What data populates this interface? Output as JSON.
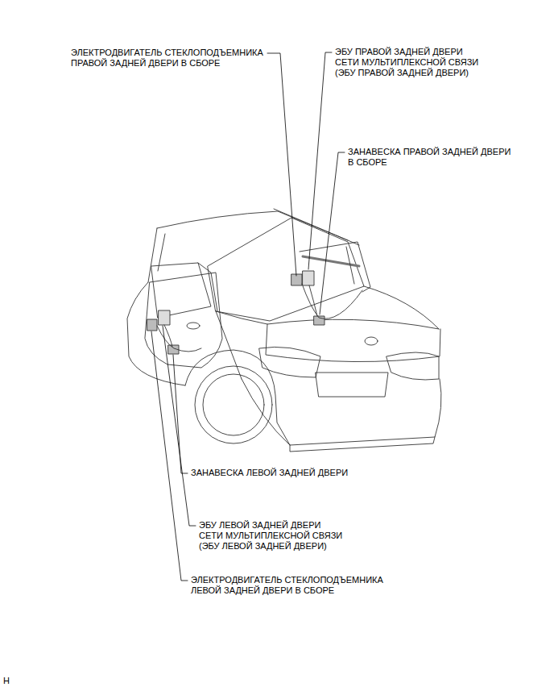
{
  "diagram": {
    "labels": [
      "ЭЛЕКТРОДВИГАТЕЛЬ СТЕКЛОПОДЪЕМНИКА ПРАВОЙ ЗАДНЕЙ ДВЕРИ В СБОРЕ",
      "ЭБУ ПРАВОЙ ЗАДНЕЙ ДВЕРИ СЕТИ МУЛЬТИПЛЕКСНОЙ СВЯЗИ (ЭБУ ПРАВОЙ ЗАДНЕЙ ДВЕРИ)",
      "ЗАНАВЕСКА ПРАВОЙ ЗАДНЕЙ ДВЕРИ В СБОРЕ",
      "ЗАНАВЕСКА ЛЕВОЙ ЗАДНЕЙ ДВЕРИ",
      "ЭБУ ЛЕВОЙ ЗАДНЕЙ ДВЕРИ СЕТИ МУЛЬТИПЛЕКСНОЙ СВЯЗИ (ЭБУ ЛЕВОЙ ЗАДНЕЙ ДВЕРИ)",
      "ЭЛЕКТРОДВИГАТЕЛЬ СТЕКЛОПОДЪЕМНИКА ЛЕВОЙ ЗАДНЕЙ ДВЕРИ В СБОРЕ",
      "H"
    ]
  }
}
